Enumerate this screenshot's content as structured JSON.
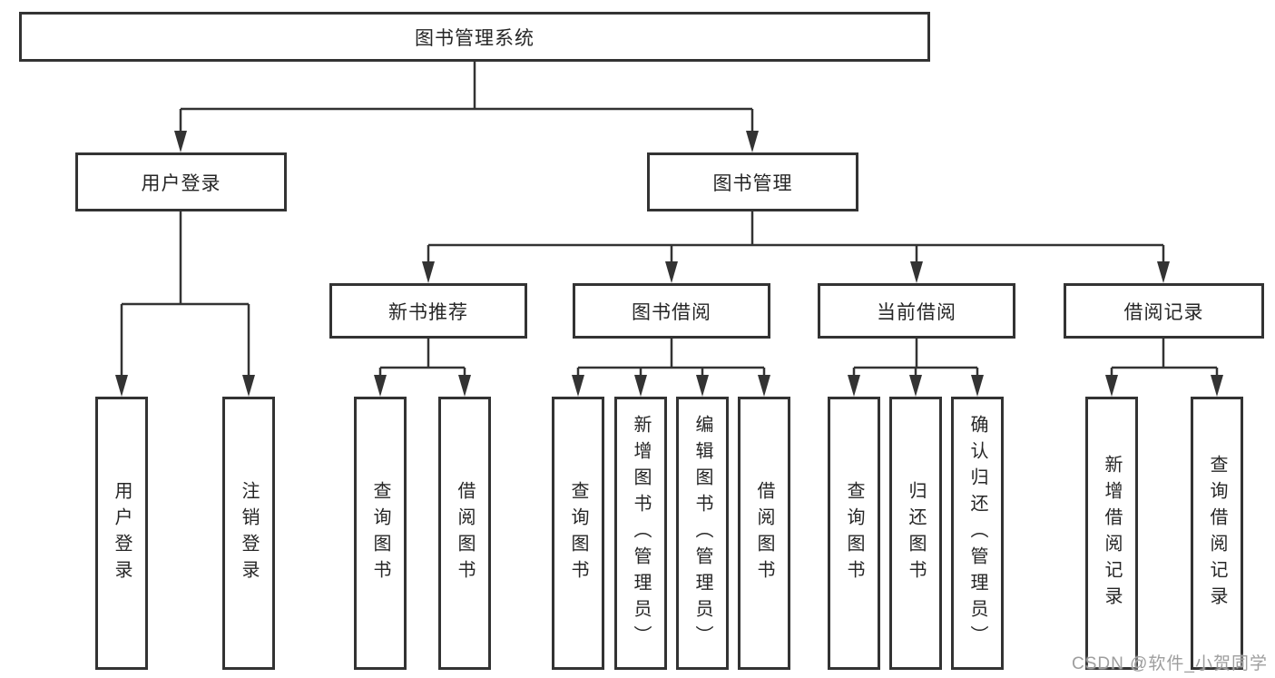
{
  "colors": {
    "line": "#333333",
    "text": "#262626",
    "watermark": "#9e9e9e",
    "background": "#ffffff"
  },
  "watermark": "CSDN @软件_小贺同学",
  "tree": {
    "root": {
      "label": "图书管理系统"
    },
    "user_login": {
      "label": "用户登录",
      "children": [
        {
          "label": "用户登录"
        },
        {
          "label": "注销登录"
        }
      ]
    },
    "book_mgmt": {
      "label": "图书管理",
      "sections": [
        {
          "label": "新书推荐",
          "children": [
            {
              "label": "查询图书"
            },
            {
              "label": "借阅图书"
            }
          ]
        },
        {
          "label": "图书借阅",
          "children": [
            {
              "label": "查询图书"
            },
            {
              "label": "新增图书（管理员）"
            },
            {
              "label": "编辑图书（管理员）"
            },
            {
              "label": "借阅图书"
            }
          ]
        },
        {
          "label": "当前借阅",
          "children": [
            {
              "label": "查询图书"
            },
            {
              "label": "归还图书"
            },
            {
              "label": "确认归还（管理员）"
            }
          ]
        },
        {
          "label": "借阅记录",
          "children": [
            {
              "label": "新增借阅记录"
            },
            {
              "label": "查询借阅记录"
            }
          ]
        }
      ]
    }
  }
}
